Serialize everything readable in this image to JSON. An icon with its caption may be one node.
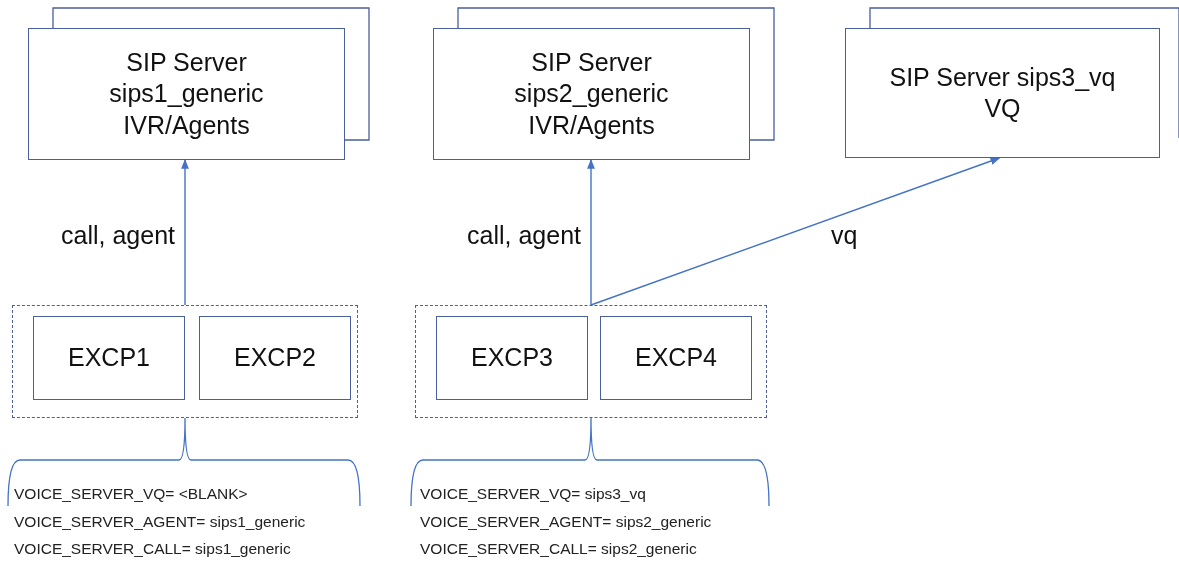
{
  "diagram": {
    "nodes": [
      {
        "text": [
          "SIP Server sips1_generic IVR/Agents"
        ]
      },
      {
        "text": [
          "SIP Server sips2_generic IVR/Agents"
        ]
      },
      {
        "text": [
          "SIP Server sips3_vq VQ"
        ]
      },
      {
        "text": [],
        "shape": "box"
      },
      {
        "text": [
          "EXCP1"
        ],
        "in": 3
      },
      {
        "text": [
          "EXCP2"
        ],
        "in": 3
      },
      {
        "text": [],
        "shape": "box"
      },
      {
        "text": [
          "EXCP3"
        ],
        "in": 6
      },
      {
        "text": [
          "EXCP4"
        ],
        "in": 6
      }
    ],
    "edges": [
      {
        "from": 3,
        "to": 0,
        "arrow": "to",
        "label": "call, agent"
      },
      {
        "from": 6,
        "to": 1,
        "arrow": "to",
        "label": "call, agent"
      },
      {
        "from": 6,
        "to": 2,
        "arrow": "to",
        "label": "vq"
      }
    ],
    "labels": [
      "VOICE_SERVER_VQ= <BLANK>",
      "VOICE_SERVER_VQ= sips3_vq",
      "VOICE_SERVER_AGENT= sips1_generic",
      "VOICE_SERVER_AGENT= sips2_generic",
      "VOICE_SERVER_CALL= sips1_generic",
      "VOICE_SERVER_CALL= sips2_generic"
    ]
  }
}
